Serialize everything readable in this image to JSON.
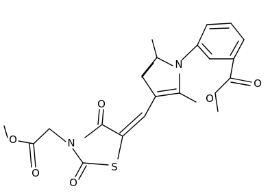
{
  "molecule": {
    "atom_labels": {
      "n_pyrrole": "N",
      "n_thiazolidine": "N",
      "s_thiazolidine": "S",
      "o_ester_benzoate_carbonyl": "O",
      "o_ester_benzoate_ether": "O",
      "o_ring_carbonyl_4": "O",
      "o_ring_carbonyl_2": "O",
      "o_ester_acetate_ether": "O",
      "o_ester_acetate_carbonyl": "O"
    }
  },
  "colors": {
    "bond": "#000000",
    "label": "#000000",
    "background": "#ffffff"
  }
}
